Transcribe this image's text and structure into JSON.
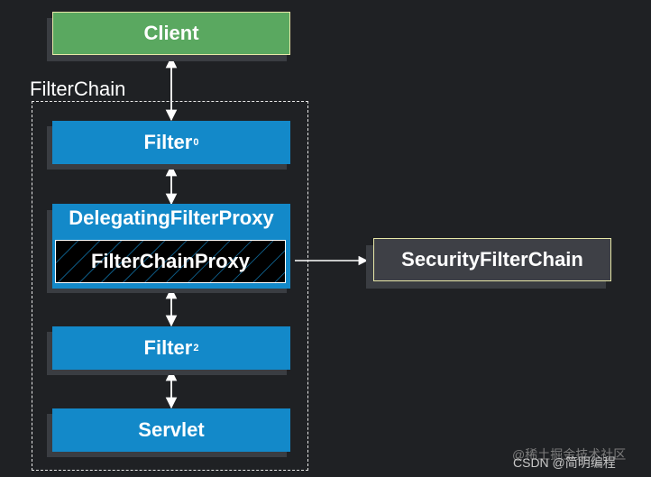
{
  "diagram": {
    "client": "Client",
    "chain_label": "FilterChain",
    "filter0": {
      "name": "Filter",
      "sub": "0"
    },
    "delegating": "DelegatingFilterProxy",
    "chain_proxy": "FilterChainProxy",
    "security_chain": "SecurityFilterChain",
    "filter2": {
      "name": "Filter",
      "sub": "2"
    },
    "servlet": "Servlet",
    "colors": {
      "client_fill": "#5aa860",
      "client_border": "#e8e8a8",
      "filter_fill": "#1389c9",
      "proxy_fill": "#000000",
      "proxy_hatch": "#1389c9",
      "security_fill": "#3e4046",
      "security_border": "#e8e8a8",
      "background": "#1f2124"
    }
  },
  "watermarks": {
    "top": "@稀土掘金技术社区",
    "bottom": "CSDN @简明编程"
  }
}
